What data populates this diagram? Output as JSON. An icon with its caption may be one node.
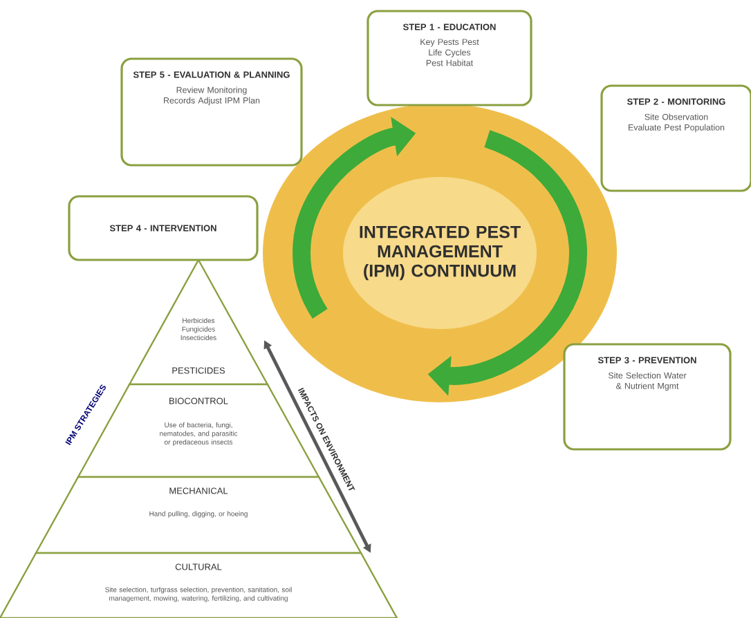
{
  "diagram": {
    "nodes": [
      {
        "text": [
          "STEP 1 - EDUCATION",
          "Key Pests Pest Life Cycles Pest Habitat"
        ]
      },
      {
        "text": [
          "STEP 2 - MONITORING",
          "Site Observation Evaluate Pest Population"
        ]
      },
      {
        "text": [
          "STEP 3 - PREVENTION",
          "Site Selection Water & Nutrient Mgmt"
        ]
      },
      {
        "text": [
          "STEP 4 - INTERVENTION"
        ]
      },
      {
        "text": [
          "STEP 5 - EVALUATION & PLANNING",
          "Review Monitoring Records Adjust IPM Plan"
        ]
      },
      {
        "text": [
          "INTEGRATED PEST MANAGEMENT (IPM) CONTINUUM"
        ]
      },
      {
        "text": [
          "Herbicides Fungicides Insecticides",
          "PESTICIDES"
        ]
      },
      {
        "text": [
          "BIOCONTROL",
          "Use of bacteria, fungi, nematodes, and parasitic or predaceous insects"
        ]
      },
      {
        "text": [
          "MECHANICAL",
          "Hand pulling, digging, or hoeing"
        ]
      },
      {
        "text": [
          "CULTURAL",
          "Site selection, turfgrass selection, prevention, sanitation, soil management, mowing, watering, fertilizing, and cultivating"
        ]
      }
    ],
    "labels": [
      "IPM STRATEGIES",
      "IMPACTS ON ENVIRONMENT"
    ]
  }
}
